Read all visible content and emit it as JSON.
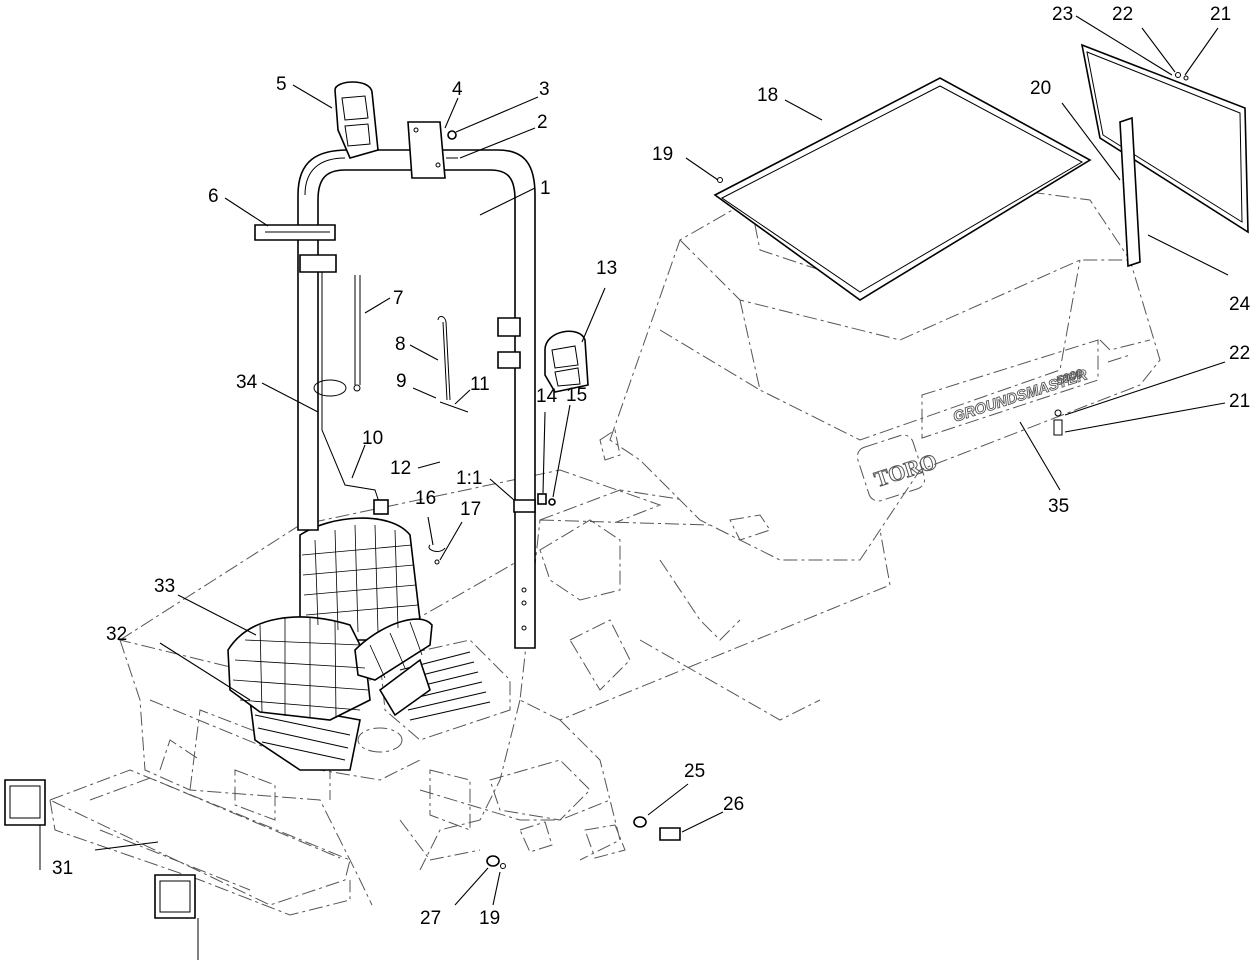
{
  "callouts": [
    {
      "id": "c1",
      "label": "1"
    },
    {
      "id": "c1-1",
      "label": "1:1"
    },
    {
      "id": "c2",
      "label": "2"
    },
    {
      "id": "c3",
      "label": "3"
    },
    {
      "id": "c4",
      "label": "4"
    },
    {
      "id": "c5",
      "label": "5"
    },
    {
      "id": "c6",
      "label": "6"
    },
    {
      "id": "c7",
      "label": "7"
    },
    {
      "id": "c8",
      "label": "8"
    },
    {
      "id": "c9",
      "label": "9"
    },
    {
      "id": "c10",
      "label": "10"
    },
    {
      "id": "c11",
      "label": "11"
    },
    {
      "id": "c12",
      "label": "12"
    },
    {
      "id": "c13",
      "label": "13"
    },
    {
      "id": "c14",
      "label": "14"
    },
    {
      "id": "c15",
      "label": "15"
    },
    {
      "id": "c16",
      "label": "16"
    },
    {
      "id": "c17",
      "label": "17"
    },
    {
      "id": "c18",
      "label": "18"
    },
    {
      "id": "c19a",
      "label": "19"
    },
    {
      "id": "c19b",
      "label": "19"
    },
    {
      "id": "c20",
      "label": "20"
    },
    {
      "id": "c21a",
      "label": "21"
    },
    {
      "id": "c21b",
      "label": "21"
    },
    {
      "id": "c22a",
      "label": "22"
    },
    {
      "id": "c22b",
      "label": "22"
    },
    {
      "id": "c23",
      "label": "23"
    },
    {
      "id": "c24",
      "label": "24"
    },
    {
      "id": "c25",
      "label": "25"
    },
    {
      "id": "c26",
      "label": "26"
    },
    {
      "id": "c27",
      "label": "27"
    },
    {
      "id": "c31",
      "label": "31"
    },
    {
      "id": "c32",
      "label": "32"
    },
    {
      "id": "c33",
      "label": "33"
    },
    {
      "id": "c34",
      "label": "34"
    },
    {
      "id": "c35",
      "label": "35"
    }
  ],
  "decals": {
    "brand": "TORO",
    "model_line1": "GROUNDSMASTER",
    "model_line2": "5900"
  }
}
